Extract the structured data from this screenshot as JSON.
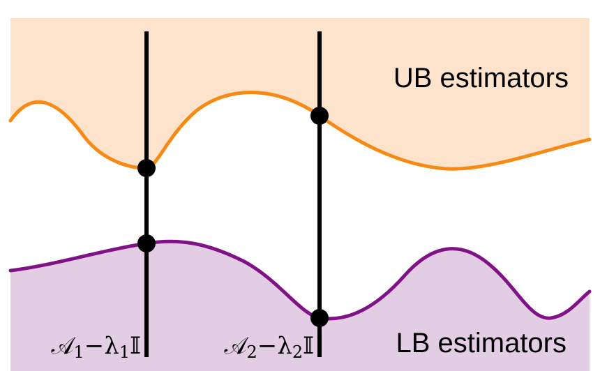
{
  "colors": {
    "upper_curve": "#F78A14",
    "upper_fill": "#FDE3CB",
    "lower_curve": "#7F1385",
    "lower_fill": "#E3CDE4",
    "line": "#000000",
    "point": "#000000"
  },
  "labels": {
    "ub": "UB estimators",
    "lb": "LB estimators",
    "line1": {
      "main": "𝒜",
      "sub1": "1",
      "minus": "−λ",
      "sub2": "1",
      "tail": "𝕀"
    },
    "line2": {
      "main": "𝒜",
      "sub1": "2",
      "minus": "−λ",
      "sub2": "2",
      "tail": "𝕀"
    }
  }
}
